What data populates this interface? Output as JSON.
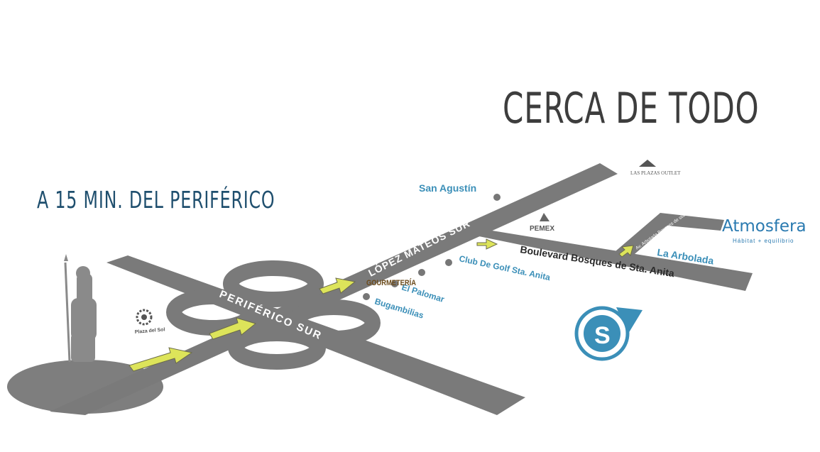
{
  "header": {
    "title": "CERCA DE TODO",
    "subtitle": "A 15 MIN. DEL PERIFÉRICO"
  },
  "roads": {
    "periferico": "PERIFÉRICO SUR",
    "lopez_mateos": "LÓPEZ MATEOS SUR",
    "boulevard": "Boulevard Bosques de Sta. Anita",
    "av_arbolada": "Av. Arbolada Bosques de sta. Anita"
  },
  "places": {
    "san_agustin": "San Agustín",
    "club_golf": "Club De Golf Sta. Anita",
    "el_palomar": "El Palomar",
    "bugambilias": "Bugambilias",
    "la_arbolada": "La Arbolada"
  },
  "logos": {
    "plaza_del_sol": "Plaza del Sol",
    "las_plazas_outlet": "LAS PLAZAS OUTLET",
    "pemex": "PEMEX",
    "gourmeteria": "GOURMETERÍA",
    "atmosfera_name": "Atmosfera",
    "atmosfera_tagline": "Hábitat + equilibrio"
  },
  "colors": {
    "road": "#7a7a7a",
    "arrow": "#dde45a",
    "accent": "#3b8fb8",
    "heading": "#3d3d3d",
    "subtitle": "#1f4f6e"
  }
}
